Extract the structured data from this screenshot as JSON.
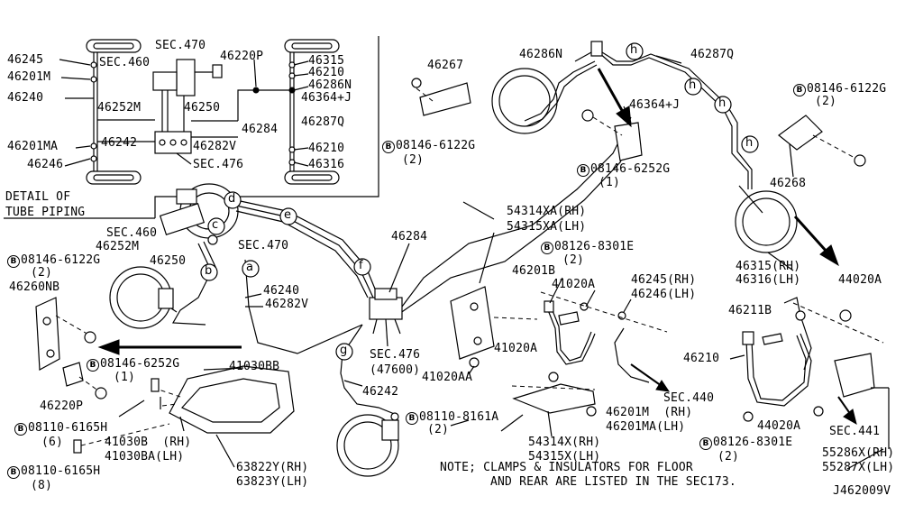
{
  "labels": {
    "sec470_top": "SEC.470",
    "p46220p_top": "46220P",
    "p46245_top": "46245",
    "sec460_top": "SEC.460",
    "p46201m_top": "46201M",
    "p46240_top": "46240",
    "p46252m_top": "46252M",
    "p46250_top": "46250",
    "p46284_top": "46284",
    "p46315_top": "46315",
    "p46210_top": "46210",
    "p46286n_top": "46286N",
    "p46364j_top": "46364+J",
    "p46287q_top": "46287Q",
    "p46210b_top": "46210",
    "p46316_top": "46316",
    "p46201ma_top": "46201MA",
    "p46242_top": "46242",
    "p46282v_top": "46282V",
    "p46246_top": "46246",
    "sec476_top": "SEC.476",
    "detail_line1": "DETAIL OF",
    "detail_line2": "TUBE PIPING",
    "p46267": "46267",
    "p46286n": "46286N",
    "p46287q": "46287Q",
    "p46364j": "46364+J",
    "b08146_6122g_a": "08146-6122G",
    "q2_a": "(2)",
    "b08146_6252g_a": "08146-6252G",
    "q1_a": "(1)",
    "b08146_6122g_r": "08146-6122G",
    "q2_r": "(2)",
    "p46268": "46268",
    "p54314xa": "54314XA(RH)",
    "p54315xa": "54315XA(LH)",
    "sec460_mid": "SEC.460",
    "p46252m_mid": "46252M",
    "sec470_mid": "SEC.470",
    "p46284_mid": "46284",
    "b08146_6122g_l": "08146-6122G",
    "q2_l": "(2)",
    "p46250_mid": "46250",
    "p46260nb": "46260NB",
    "p46240_mid": "46240",
    "p46282v_mid": "46282V",
    "b08126_8301e_a": "08126-8301E",
    "q2_b": "(2)",
    "p46201b": "46201B",
    "p41020a_1": "41020A",
    "p46245rh": "46245(RH)",
    "p46246lh": "46246(LH)",
    "p46315rh": "46315(RH)",
    "p46316lh": "46316(LH)",
    "p44020a_1": "44020A",
    "p46211b": "46211B",
    "sec476_mid": "SEC.476",
    "p47600": "(47600)",
    "p41020aa": "41020AA",
    "p41020a_2": "41020A",
    "p46210": "46210",
    "b08146_6252g_l": "08146-6252G",
    "q1_l": "(1)",
    "p41030bb": "41030BB",
    "p46242": "46242",
    "sec440": "SEC.440",
    "p46201m_rh": "46201M  (RH)",
    "p46201ma_lh": "46201MA(LH)",
    "p46220p": "46220P",
    "b08110_6165h_a": "08110-6165H",
    "q6": "(6)",
    "p41030b": "41030B  (RH)",
    "p41030ba": "41030BA(LH)",
    "b08110_8161a": "08110-8161A",
    "q2_c": "(2)",
    "p54314x": "54314X(RH)",
    "p54315x": "54315X(LH)",
    "p44020a_2": "44020A",
    "b08126_8301e_b": "08126-8301E",
    "q2_d": "(2)",
    "sec441": "SEC.441",
    "p55286x": "55286X(RH)",
    "p55287x": "55287X(LH)",
    "b08110_6165h_b": "08110-6165H",
    "q8": "(8)",
    "p63822y": "63822Y(RH)",
    "p63823y": "63823Y(LH)",
    "note1": "NOTE; CLAMPS & INSULATORS FOR FLOOR",
    "note2": "AND REAR ARE LISTED IN THE SEC173.",
    "diagram_id": "J462009V"
  },
  "circle_letters": [
    "d",
    "c",
    "e",
    "b",
    "a",
    "f",
    "g",
    "h",
    "h",
    "h",
    "h"
  ],
  "bolt_symbol": "B"
}
